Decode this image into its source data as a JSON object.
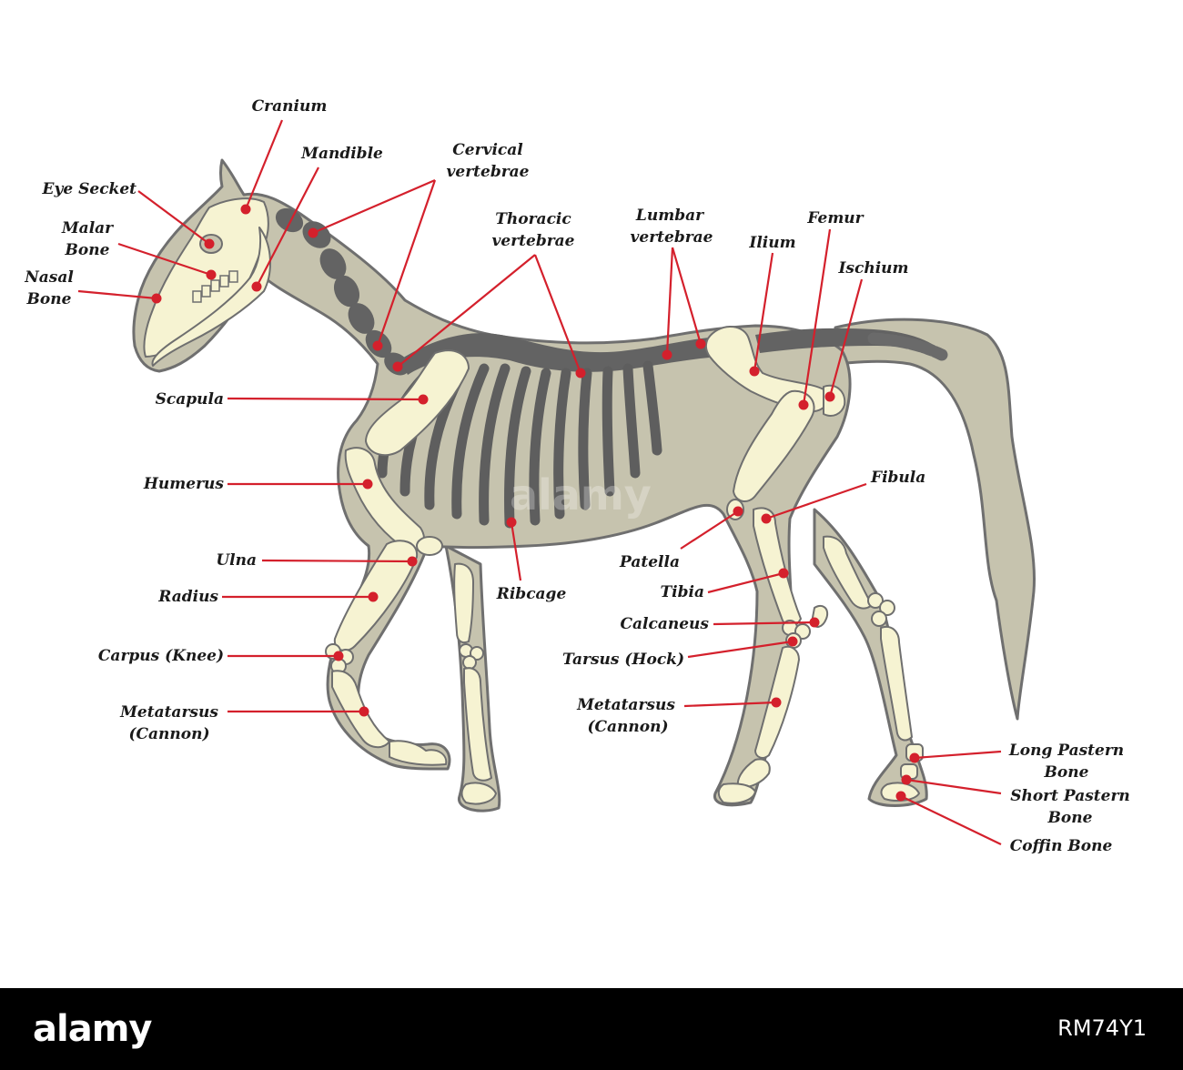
{
  "labels": {
    "cranium": "Cranium",
    "mandible": "Mandible",
    "cervical_1": "Cervical",
    "cervical_2": "vertebrae",
    "eye_socket": "Eye Secket",
    "malar_1": "Malar",
    "malar_2": "Bone",
    "nasal_1": "Nasal",
    "nasal_2": "Bone",
    "thoracic_1": "Thoracic",
    "thoracic_2": "vertebrae",
    "lumbar_1": "Lumbar",
    "lumbar_2": "vertebrae",
    "femur": "Femur",
    "ilium": "Ilium",
    "ischium": "Ischium",
    "scapula": "Scapula",
    "humerus": "Humerus",
    "fibula": "Fibula",
    "ulna": "Ulna",
    "patella": "Patella",
    "ribcage": "Ribcage",
    "radius": "Radius",
    "tibia": "Tibia",
    "calcaneus": "Calcaneus",
    "carpus": "Carpus (Knee)",
    "tarsus": "Tarsus (Hock)",
    "metatarsus_front_1": "Metatarsus",
    "metatarsus_front_2": "(Cannon)",
    "metatarsus_hind_1": "Metatarsus",
    "metatarsus_hind_2": "(Cannon)",
    "long_pastern_1": "Long Pastern",
    "long_pastern_2": "Bone",
    "short_pastern_1": "Short Pastern",
    "short_pastern_2": "Bone",
    "coffin_bone": "Coffin Bone"
  },
  "watermark": "alamy",
  "footer": {
    "brand": "alamy",
    "image_id": "RM74Y1"
  },
  "colors": {
    "leader": "#d4202c",
    "body": "#c6c3ae",
    "bone": "#f6f3d2",
    "spine": "#636363",
    "footer": "#000000"
  }
}
